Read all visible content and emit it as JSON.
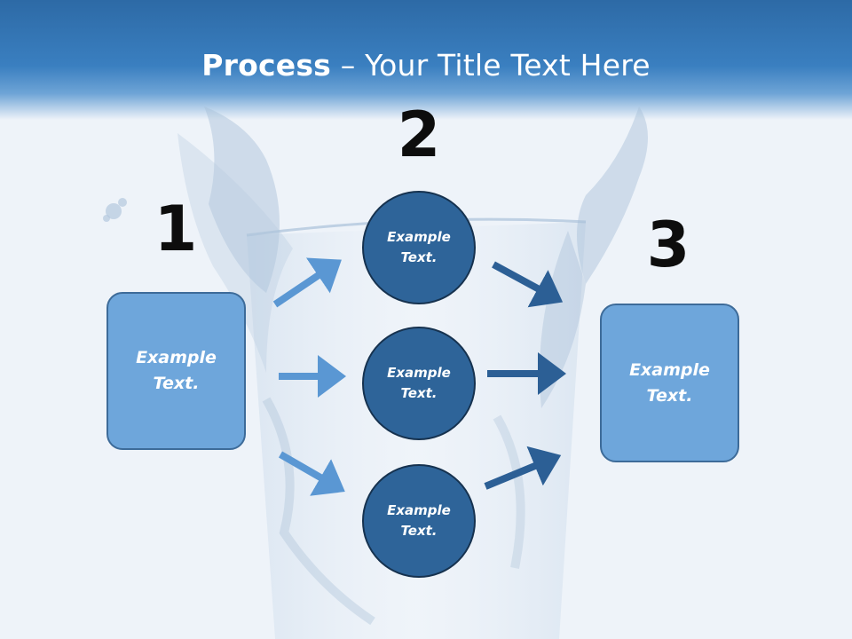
{
  "title": {
    "strong": "Process",
    "rest": " – Your Title Text Here"
  },
  "steps": [
    {
      "number": "1"
    },
    {
      "number": "2"
    },
    {
      "number": "3"
    }
  ],
  "left_box": {
    "text": "Example Text."
  },
  "right_box": {
    "text": "Example Text."
  },
  "circles": [
    {
      "text": "Example Text."
    },
    {
      "text": "Example Text."
    },
    {
      "text": "Example Text."
    }
  ],
  "colors": {
    "header": "#3a7fc0",
    "box_fill": "#6ea6db",
    "box_border": "#3d6b99",
    "circle_fill": "#2e6499",
    "arrow_light": "#5a97d3",
    "arrow_dark": "#2c5f95"
  }
}
